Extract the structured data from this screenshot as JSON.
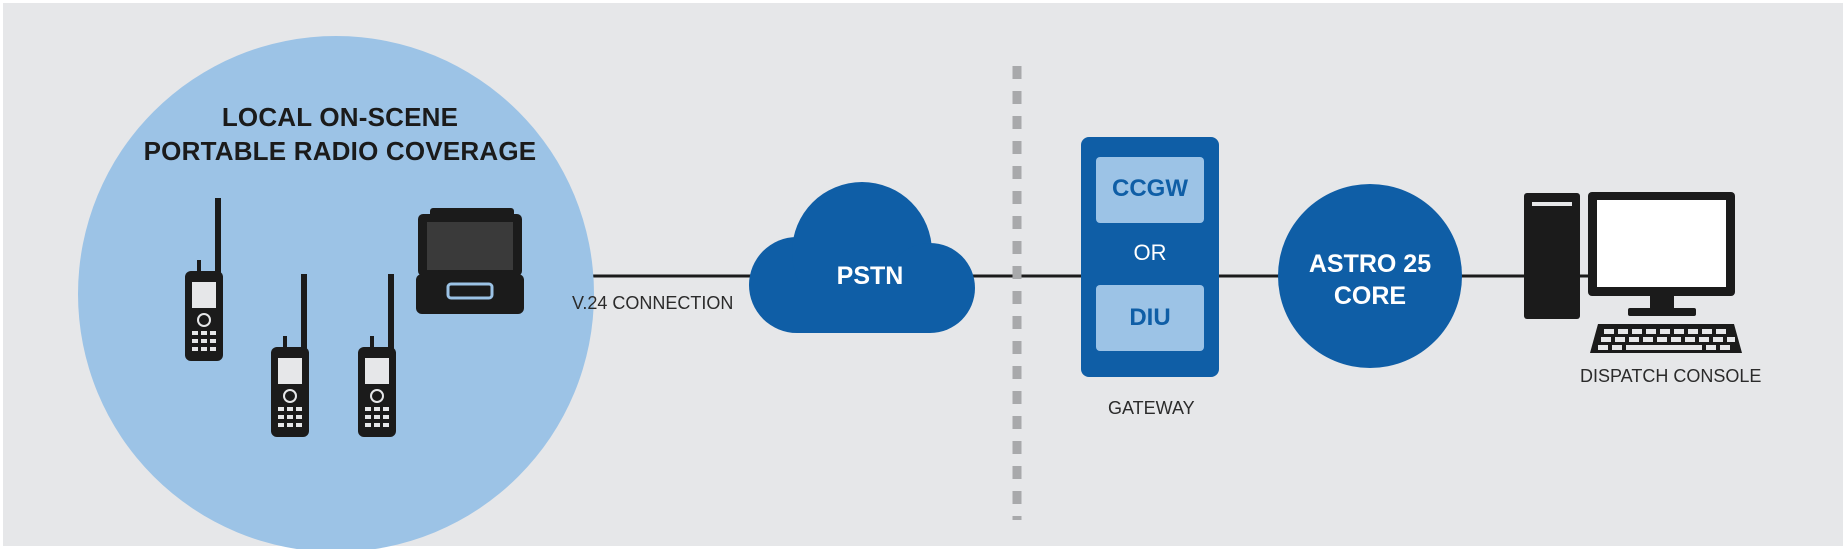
{
  "coverage": {
    "title_line1": "LOCAL ON-SCENE",
    "title_line2": "PORTABLE RADIO COVERAGE"
  },
  "connection": {
    "label": "V.24 CONNECTION"
  },
  "cloud": {
    "label": "PSTN"
  },
  "gateway": {
    "option1": "CCGW",
    "separator": "OR",
    "option2": "DIU",
    "label": "GATEWAY"
  },
  "core": {
    "line1": "ASTRO 25",
    "line2": "CORE"
  },
  "console": {
    "label": "DISPATCH CONSOLE"
  },
  "colors": {
    "background": "#e6e7e9",
    "coverage_circle": "#9cc3e6",
    "brand_blue": "#0f5ea6",
    "light_blue_box": "#9cc3e6",
    "divider": "#a8a9ab",
    "device": "#1b1b1b"
  },
  "icons": [
    "portable-radio-icon",
    "radio-case-icon",
    "cloud-icon",
    "tower-pc-icon",
    "monitor-icon",
    "keyboard-icon"
  ]
}
